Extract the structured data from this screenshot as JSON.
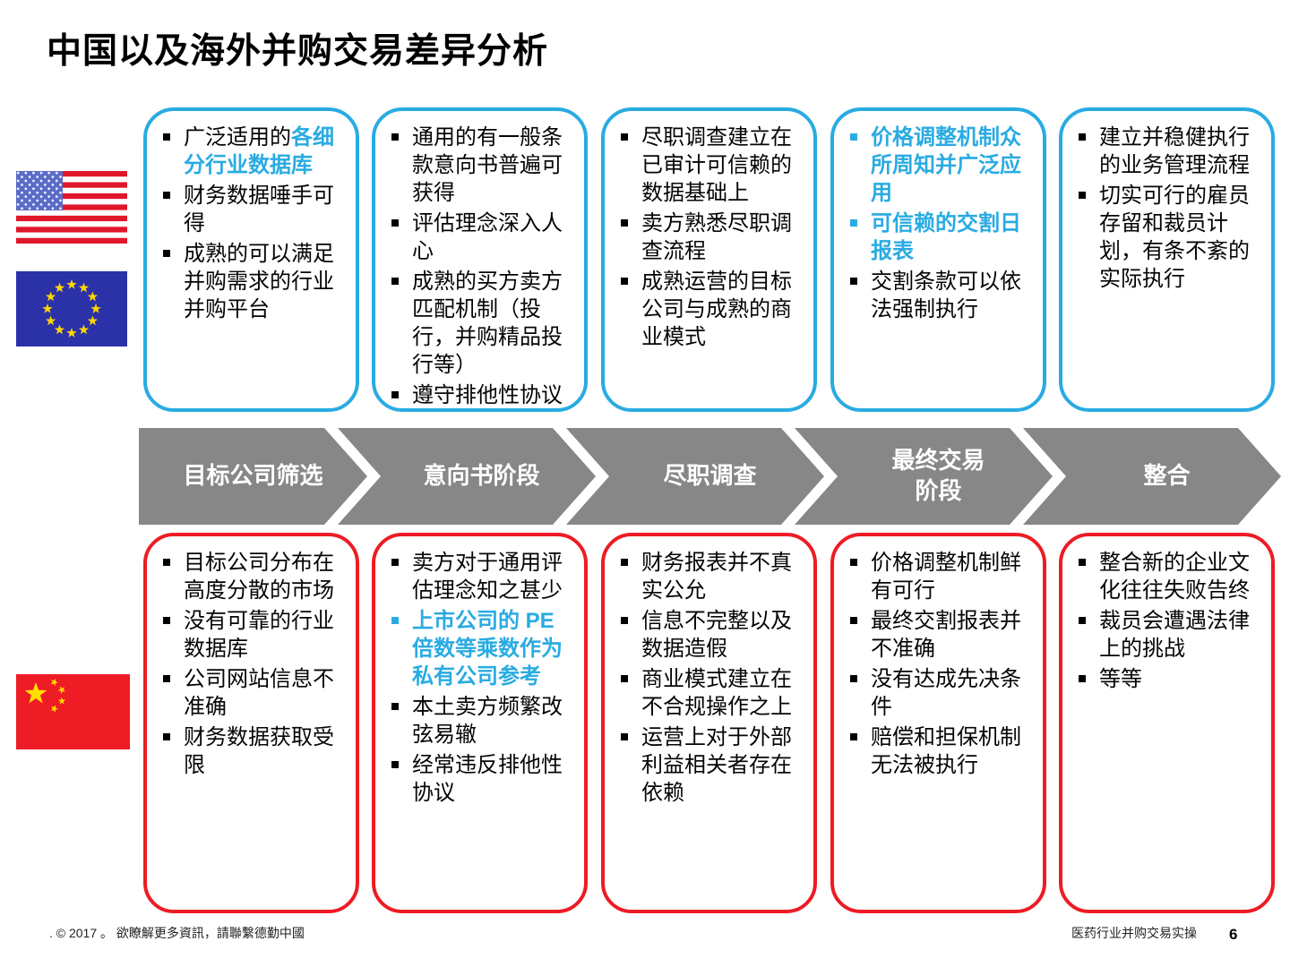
{
  "title": "中国以及海外并购交易差异分析",
  "colors": {
    "accent_cyan": "#29ABE2",
    "accent_red": "#ED1C24",
    "arrow_gray": "#878787"
  },
  "flags": {
    "overseas": [
      "us-flag",
      "eu-flag"
    ],
    "china": [
      "china-flag"
    ]
  },
  "stages": [
    {
      "label": "目标公司筛选",
      "overseas": [
        {
          "runs": [
            {
              "text": "广泛适用的"
            },
            {
              "text": "各细分行业数据库",
              "highlight": true
            }
          ]
        },
        {
          "runs": [
            {
              "text": "财务数据唾手可得"
            }
          ]
        },
        {
          "runs": [
            {
              "text": "成熟的可以满足并购需求的行业并购平台"
            }
          ]
        }
      ],
      "china": [
        {
          "runs": [
            {
              "text": "目标公司分布在高度分散的市场"
            }
          ]
        },
        {
          "runs": [
            {
              "text": "没有可靠的行业数据库"
            }
          ]
        },
        {
          "runs": [
            {
              "text": "公司网站信息不准确"
            }
          ]
        },
        {
          "runs": [
            {
              "text": "财务数据获取受限"
            }
          ]
        }
      ]
    },
    {
      "label": "意向书阶段",
      "overseas": [
        {
          "runs": [
            {
              "text": "通用的有一般条款意向书普遍可获得"
            }
          ]
        },
        {
          "runs": [
            {
              "text": "评估理念深入人心"
            }
          ]
        },
        {
          "runs": [
            {
              "text": "成熟的买方卖方匹配机制（投行，并购精品投行等）"
            }
          ]
        },
        {
          "runs": [
            {
              "text": "遵守排他性协议"
            }
          ]
        }
      ],
      "china": [
        {
          "runs": [
            {
              "text": "卖方对于通用评估理念知之甚少"
            }
          ]
        },
        {
          "highlight": true,
          "runs": [
            {
              "text": "上市公司的 PE 倍数等乘数作为私有公司参考",
              "highlight": true
            }
          ]
        },
        {
          "runs": [
            {
              "text": "本土卖方频繁改弦易辙"
            }
          ]
        },
        {
          "runs": [
            {
              "text": "经常违反排他性协议"
            }
          ]
        }
      ]
    },
    {
      "label": "尽职调查",
      "overseas": [
        {
          "runs": [
            {
              "text": "尽职调查建立在已审计可信赖的数据基础上"
            }
          ]
        },
        {
          "runs": [
            {
              "text": "卖方熟悉尽职调查流程"
            }
          ]
        },
        {
          "runs": [
            {
              "text": "成熟运营的目标公司与成熟的商业模式"
            }
          ]
        }
      ],
      "china": [
        {
          "runs": [
            {
              "text": "财务报表并不真实公允"
            }
          ]
        },
        {
          "runs": [
            {
              "text": "信息不完整以及数据造假"
            }
          ]
        },
        {
          "runs": [
            {
              "text": "商业模式建立在不合规操作之上"
            }
          ]
        },
        {
          "runs": [
            {
              "text": "运营上对于外部利益相关者存在依赖"
            }
          ]
        }
      ]
    },
    {
      "label": "最终交易\n阶段",
      "overseas": [
        {
          "highlight": true,
          "runs": [
            {
              "text": "价格调整机制众所周知并广泛应用",
              "highlight": true
            }
          ]
        },
        {
          "highlight": true,
          "runs": [
            {
              "text": "可信赖的交割日报表",
              "highlight": true
            }
          ]
        },
        {
          "runs": [
            {
              "text": "交割条款可以依法强制执行"
            }
          ]
        }
      ],
      "china": [
        {
          "runs": [
            {
              "text": "价格调整机制鲜有可行"
            }
          ]
        },
        {
          "runs": [
            {
              "text": "最终交割报表并不准确"
            }
          ]
        },
        {
          "runs": [
            {
              "text": "没有达成先决条件"
            }
          ]
        },
        {
          "runs": [
            {
              "text": "赔偿和担保机制无法被执行"
            }
          ]
        }
      ]
    },
    {
      "label": "整合",
      "overseas": [
        {
          "runs": [
            {
              "text": "建立并稳健执行的业务管理流程"
            }
          ]
        },
        {
          "runs": [
            {
              "text": "切实可行的雇员存留和裁员计划，有条不紊的实际执行"
            }
          ]
        }
      ],
      "china": [
        {
          "runs": [
            {
              "text": "整合新的企业文化往往失败告终"
            }
          ]
        },
        {
          "runs": [
            {
              "text": "裁员会遭遇法律上的挑战"
            }
          ]
        },
        {
          "runs": [
            {
              "text": "等等"
            }
          ]
        }
      ]
    }
  ],
  "footer": {
    "left": ". © 2017 。 欲瞭解更多資訊，請聯繫德勤中國",
    "right_title": "医药行业并购交易实操",
    "page_number": "6"
  }
}
